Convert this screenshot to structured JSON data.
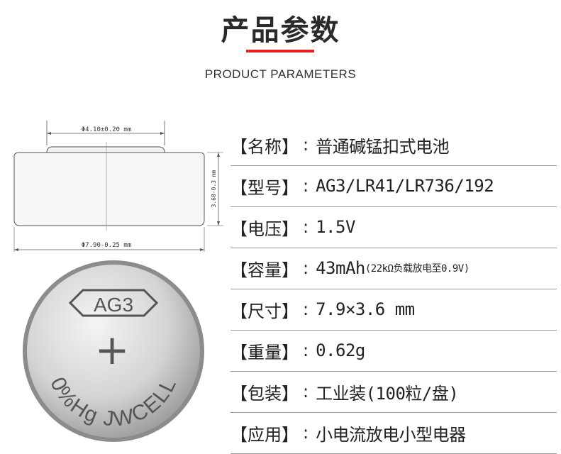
{
  "header": {
    "title": "产品参数",
    "subtitle": "PRODUCT PARAMETERS"
  },
  "drawing": {
    "top_dimension": "Φ4.10±0.20 mm",
    "height_dimension": "3.60-0.3 mm",
    "bottom_dimension": "Φ7.90-0.25 mm"
  },
  "battery": {
    "model_marking": "AG3",
    "polarity": "+",
    "ring_text": "0%Hg JWCELL"
  },
  "params": [
    {
      "label": "【名称】",
      "value": "普通碱锰扣式电池"
    },
    {
      "label": "【型号】",
      "value": "AG3/LR41/LR736/192"
    },
    {
      "label": "【电压】",
      "value": "1.5V"
    },
    {
      "label": "【容量】",
      "value": "43mAh",
      "note": "(22kΩ负载放电至0.9V)"
    },
    {
      "label": "【尺寸】",
      "value": "7.9×3.6 mm"
    },
    {
      "label": "【重量】",
      "value": "0.62g"
    },
    {
      "label": "【包装】",
      "value": "工业装(100粒/盘)"
    },
    {
      "label": "【应用】",
      "value": "小电流放电小型电器"
    }
  ],
  "colors": {
    "accent": "#e02020",
    "text": "#222222",
    "divider": "#9a9a9a"
  }
}
